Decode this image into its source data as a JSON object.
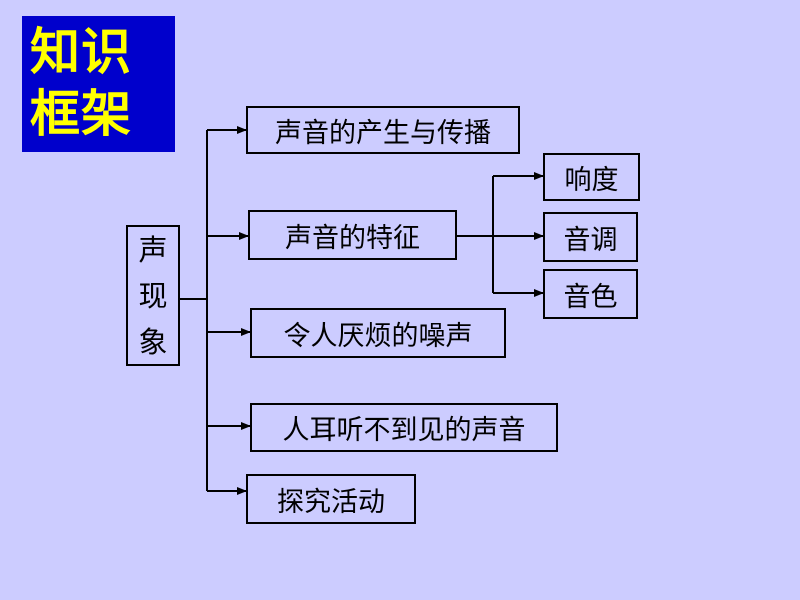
{
  "title": {
    "line1": "知识",
    "line2": "框架"
  },
  "root": {
    "chars": [
      "声",
      "现",
      "象"
    ]
  },
  "branches": [
    "声音的产生与传播",
    "声音的特征",
    "令人厌烦的噪声",
    "人耳听不到见的声音",
    "探究活动"
  ],
  "features": [
    "响度",
    "音调",
    "音色"
  ],
  "colors": {
    "background": "#CCCCFF",
    "title_bg": "#0000CC",
    "title_text": "#FFFF00"
  }
}
